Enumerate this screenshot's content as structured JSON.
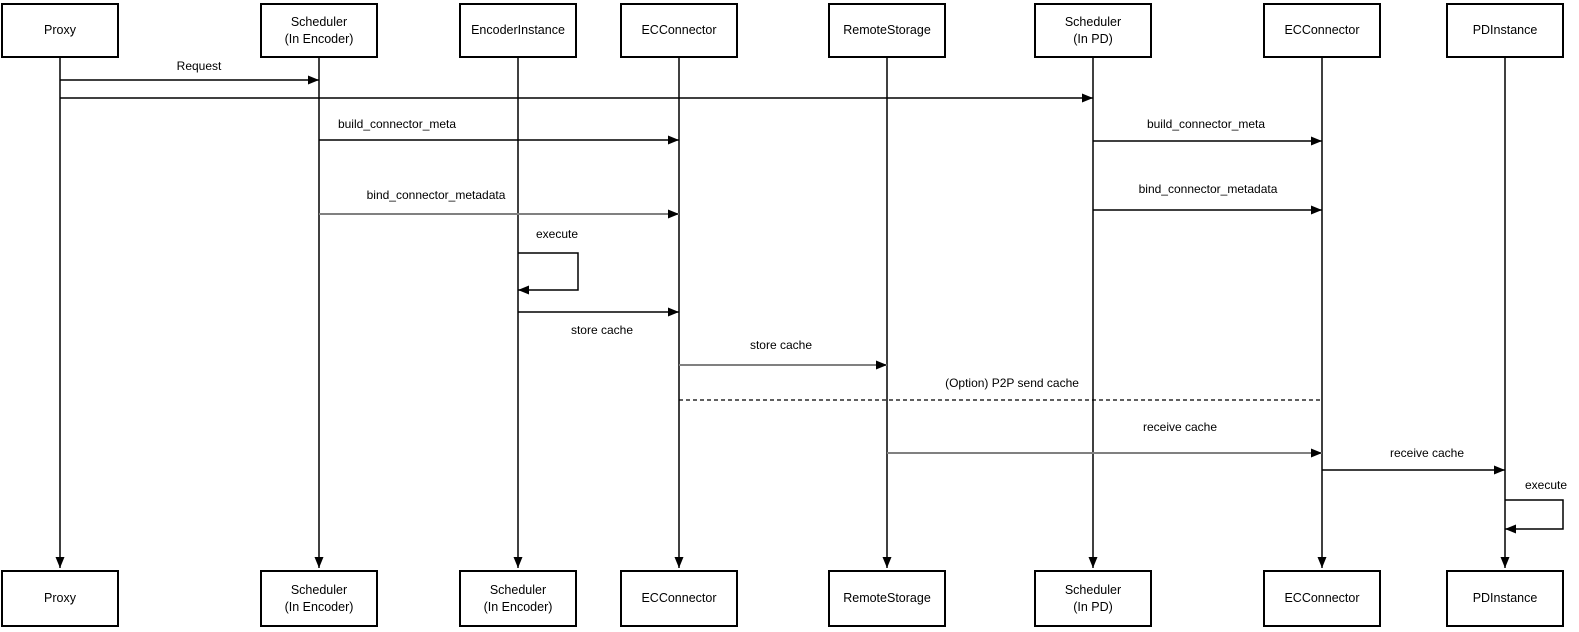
{
  "participants": {
    "top": [
      {
        "label": "Proxy"
      },
      {
        "label": "Scheduler\n(In Encoder)"
      },
      {
        "label": "EncoderInstance"
      },
      {
        "label": "ECConnector"
      },
      {
        "label": "RemoteStorage"
      },
      {
        "label": "Scheduler\n(In PD)"
      },
      {
        "label": "ECConnector"
      },
      {
        "label": "PDInstance"
      }
    ],
    "bottom": [
      {
        "label": "Proxy"
      },
      {
        "label": "Scheduler\n(In Encoder)"
      },
      {
        "label": "Scheduler\n(In Encoder)"
      },
      {
        "label": "ECConnector"
      },
      {
        "label": "RemoteStorage"
      },
      {
        "label": "Scheduler\n(In PD)"
      },
      {
        "label": "ECConnector"
      },
      {
        "label": "PDInstance"
      }
    ]
  },
  "messages": {
    "request": {
      "label": "Request",
      "from": "Proxy",
      "to": "Scheduler (In Encoder)",
      "style": "solid"
    },
    "forward_request": {
      "label": "",
      "from": "Proxy",
      "to": "Scheduler (In PD)",
      "style": "solid"
    },
    "build_connector_meta_encoder": {
      "label": "build_connector_meta",
      "from": "Scheduler (In Encoder)",
      "to": "ECConnector",
      "style": "solid"
    },
    "build_connector_meta_pd": {
      "label": "build_connector_meta",
      "from": "Scheduler (In PD)",
      "to": "ECConnector",
      "style": "solid"
    },
    "bind_connector_metadata_encoder": {
      "label": "bind_connector_metadata",
      "from": "Scheduler (In Encoder)",
      "to": "ECConnector",
      "style": "solid"
    },
    "bind_connector_metadata_pd": {
      "label": "bind_connector_metadata",
      "from": "Scheduler (In PD)",
      "to": "ECConnector",
      "style": "solid"
    },
    "execute_encoder": {
      "label": "execute",
      "from": "EncoderInstance",
      "to": "EncoderInstance",
      "style": "self"
    },
    "store_cache_encoder": {
      "label": "store cache",
      "from": "EncoderInstance",
      "to": "ECConnector",
      "style": "solid"
    },
    "store_cache_remote": {
      "label": "store cache",
      "from": "ECConnector",
      "to": "RemoteStorage",
      "style": "solid"
    },
    "p2p_send_cache": {
      "label": "(Option) P2P send cache",
      "from": "ECConnector",
      "to": "ECConnector (In PD)",
      "style": "dashed"
    },
    "receive_cache_connector": {
      "label": "receive cache",
      "from": "RemoteStorage",
      "to": "ECConnector (In PD)",
      "style": "solid"
    },
    "receive_cache_pd": {
      "label": "receive cache",
      "from": "ECConnector (In PD)",
      "to": "PDInstance",
      "style": "solid"
    },
    "execute_pd": {
      "label": "execute",
      "from": "PDInstance",
      "to": "PDInstance",
      "style": "self"
    }
  },
  "colors": {
    "line": "#000000",
    "muted_line": "#808080",
    "text": "#000000",
    "background": "#ffffff"
  }
}
